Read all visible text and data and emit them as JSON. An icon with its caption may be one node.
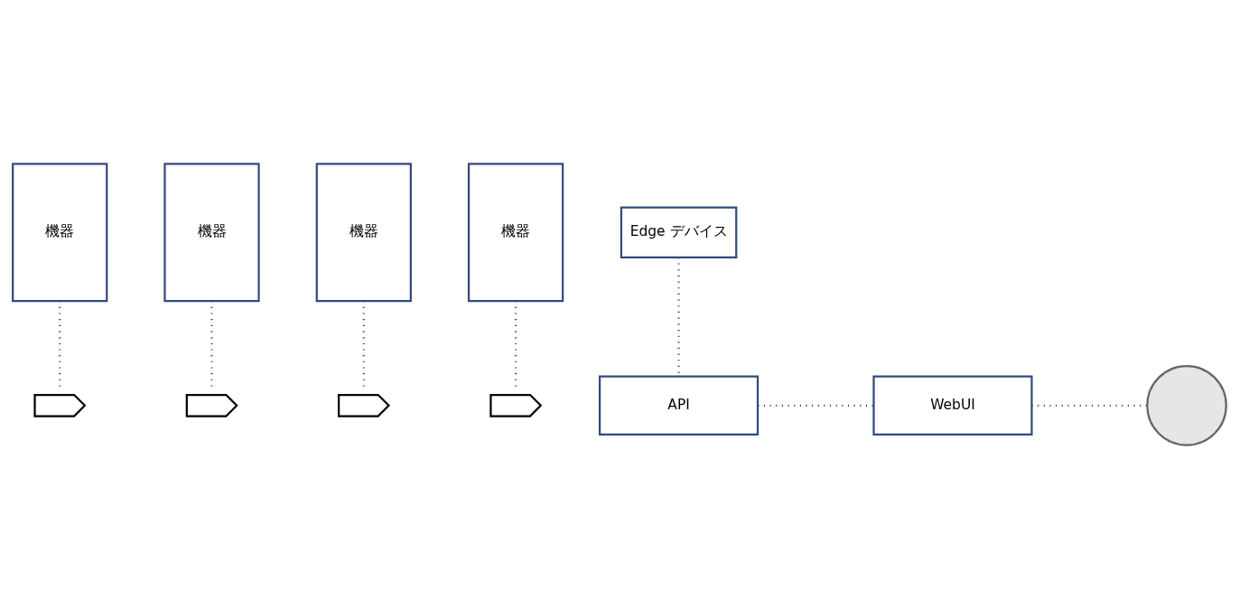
{
  "diagram": {
    "nodes": [
      {
        "text": [],
        "shape": "camera"
      },
      {
        "text": [],
        "shape": "camera"
      },
      {
        "text": [],
        "shape": "camera"
      },
      {
        "text": [],
        "shape": "camera"
      },
      {
        "text": [
          "Edge デバイス"
        ]
      },
      {
        "text": [
          "機器"
        ]
      },
      {
        "text": [
          "機器"
        ]
      },
      {
        "text": [
          "機器"
        ]
      },
      {
        "text": [
          "機器"
        ]
      },
      {
        "text": [
          "API"
        ]
      },
      {
        "text": [
          "WebUI"
        ]
      },
      {
        "text": [],
        "shape": "circle"
      }
    ],
    "edges": [
      {
        "from": 5,
        "to": 0,
        "arrow": "none",
        "style": "dashed"
      },
      {
        "from": 6,
        "to": 1,
        "arrow": "none",
        "style": "dashed"
      },
      {
        "from": 7,
        "to": 2,
        "arrow": "none",
        "style": "dashed"
      },
      {
        "from": 8,
        "to": 3,
        "arrow": "none",
        "style": "dashed"
      },
      {
        "from": 4,
        "to": 9,
        "arrow": "none",
        "style": "dashed"
      },
      {
        "from": 9,
        "to": 10,
        "arrow": "none",
        "style": "dashed"
      },
      {
        "from": 10,
        "to": 11,
        "arrow": "none",
        "style": "dashed"
      }
    ]
  }
}
